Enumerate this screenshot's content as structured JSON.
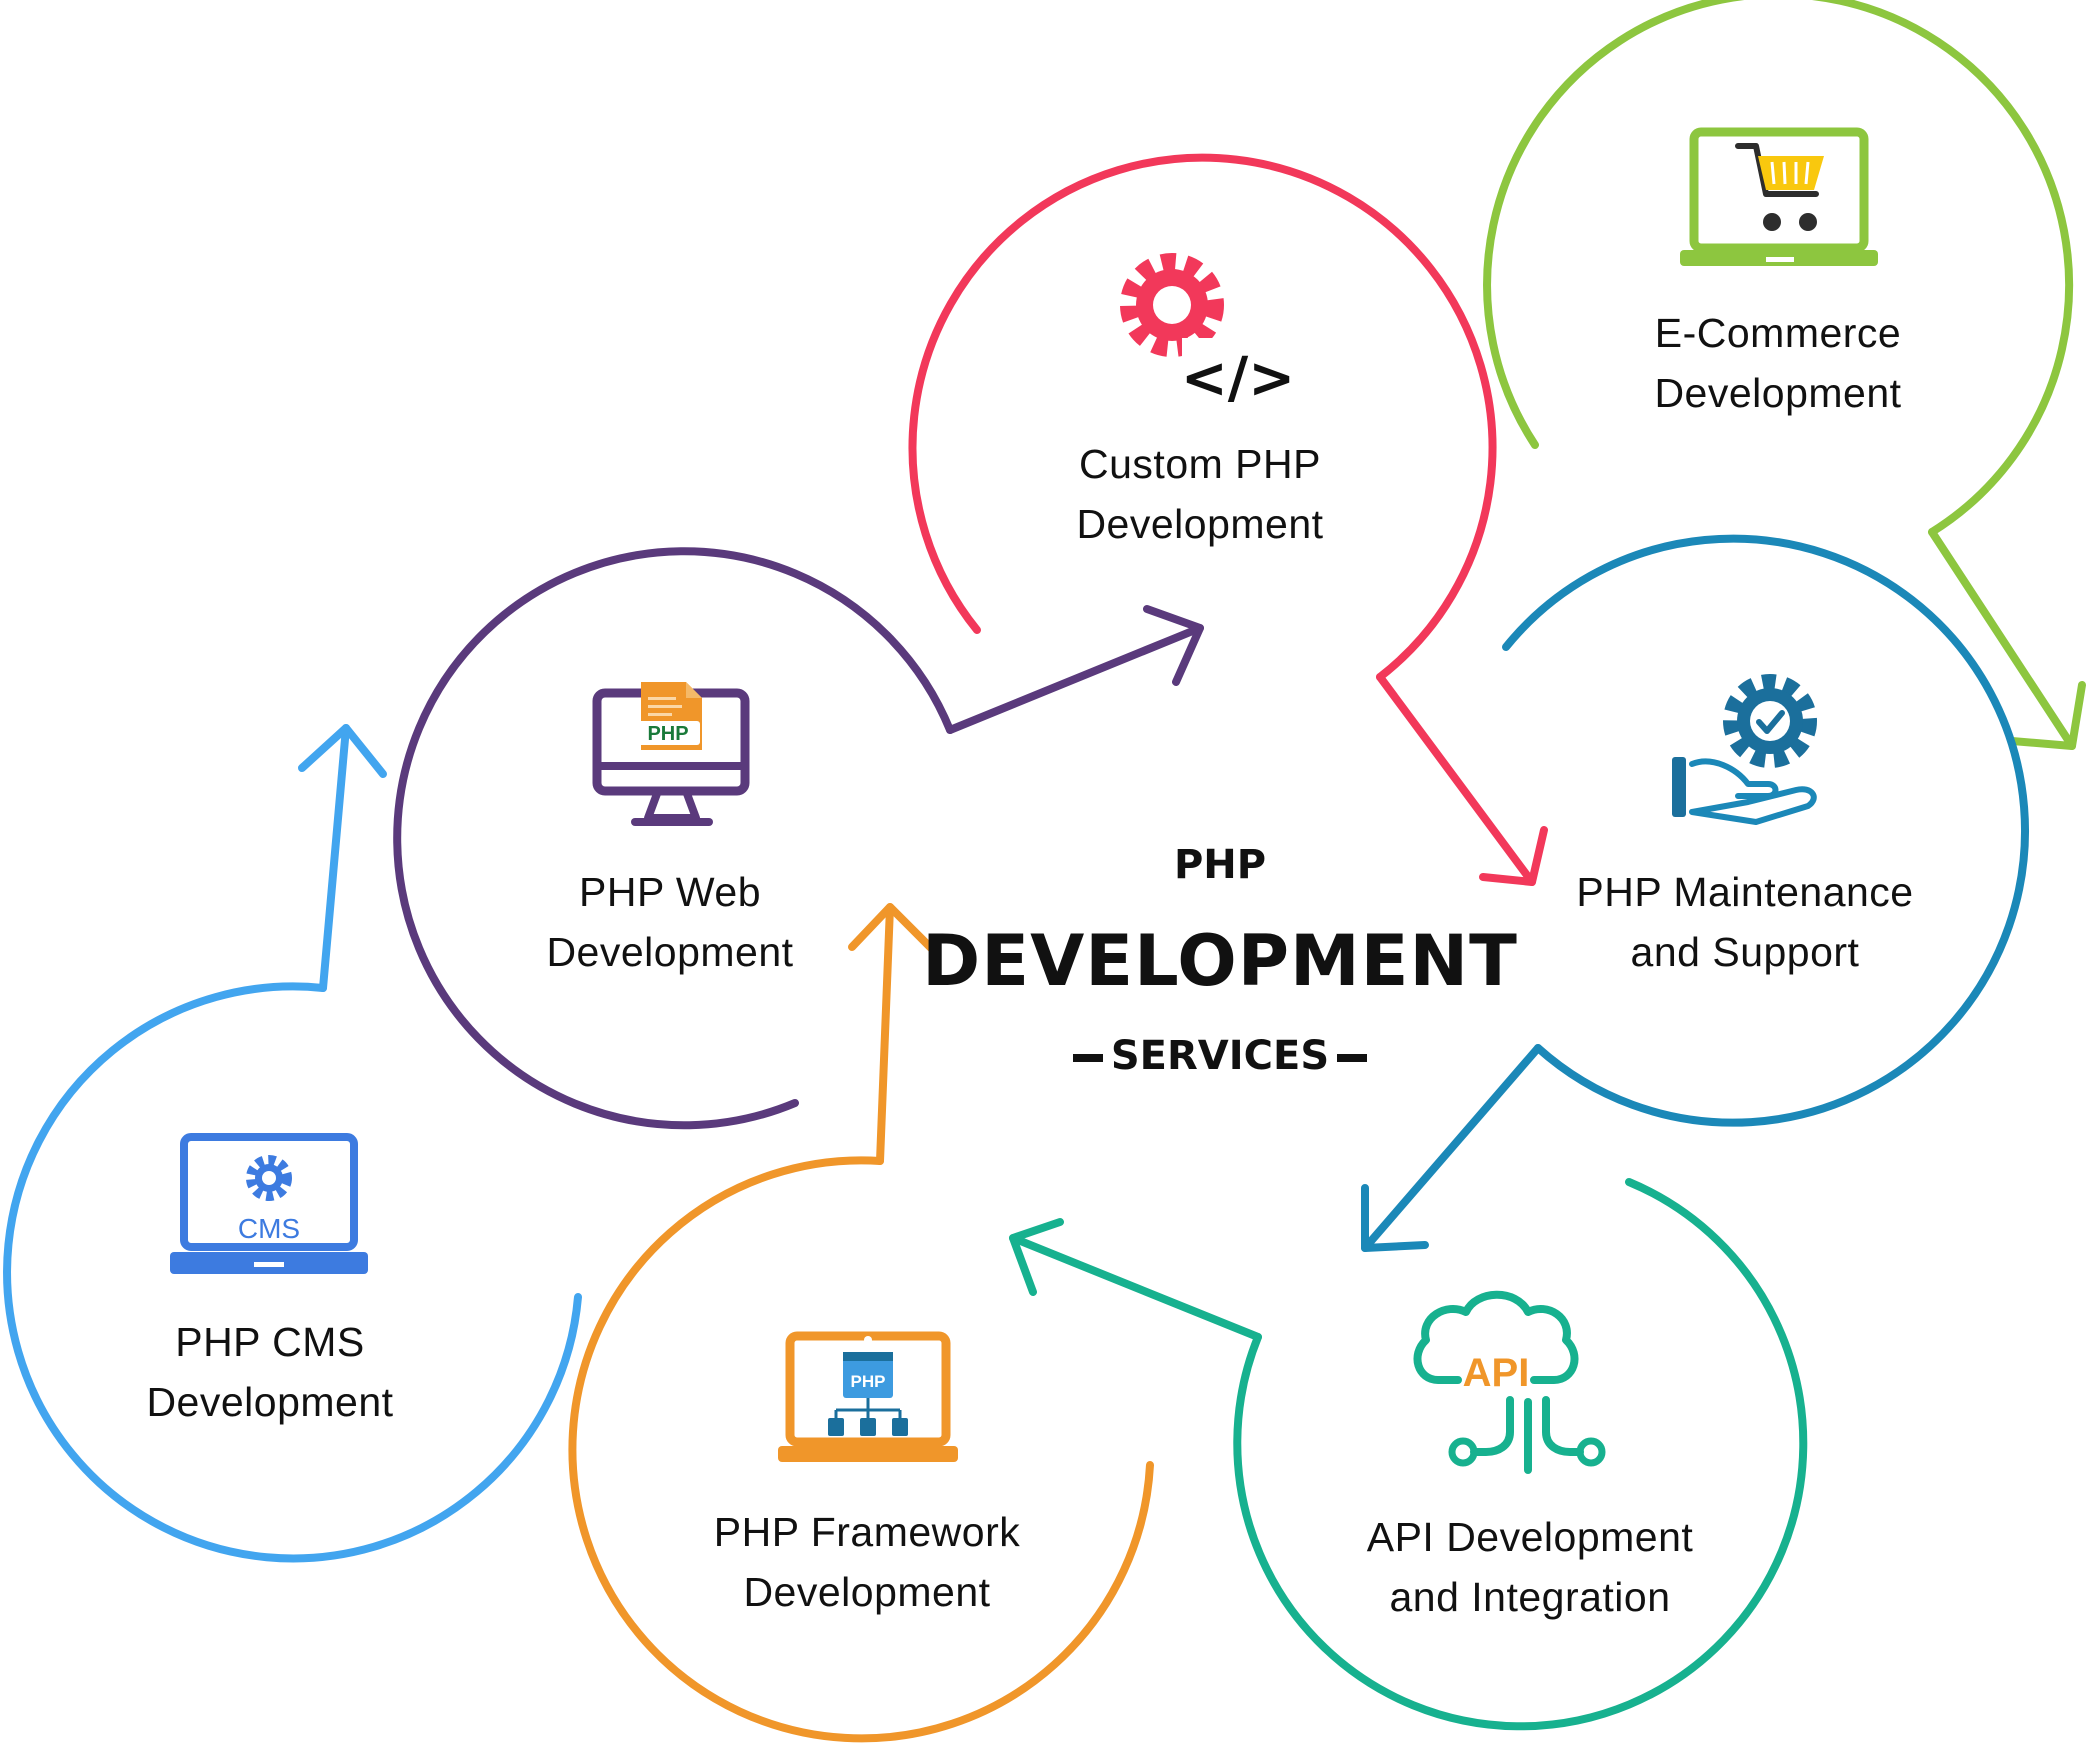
{
  "center": {
    "line1": "PHP",
    "line2": "DEVELOPMENT",
    "line3": "SERVICES"
  },
  "services": [
    {
      "line1": "PHP CMS",
      "line2": "Development",
      "color": "#42a5ef",
      "icon": "cms-laptop-icon"
    },
    {
      "line1": "PHP Web",
      "line2": "Development",
      "color": "#5a3a7c",
      "icon": "php-monitor-icon"
    },
    {
      "line1": "Custom PHP",
      "line2": "Development",
      "color": "#f2385a",
      "icon": "gear-code-icon"
    },
    {
      "line1": "E-Commerce",
      "line2": "Development",
      "color": "#8dc63f",
      "icon": "cart-laptop-icon"
    },
    {
      "line1": "PHP Maintenance",
      "line2": "and Support",
      "color": "#1b88b8",
      "icon": "gear-hand-icon"
    },
    {
      "line1": "API Development",
      "line2": "and Integration",
      "color": "#17b18f",
      "icon": "api-cloud-icon"
    },
    {
      "line1": "PHP Framework",
      "line2": "Development",
      "color": "#f0962a",
      "icon": "framework-laptop-icon"
    }
  ],
  "icon_text": {
    "cms": "CMS",
    "php_file": "PHP",
    "framework": "PHP",
    "api": "API",
    "code": "</>"
  },
  "colors": {
    "text": "#111111",
    "icon_blue": "#3d7be0",
    "icon_orange": "#f0962a",
    "icon_green": "#8dc63f",
    "icon_yellow": "#f9c80e",
    "icon_teal_dark": "#1b6f9c"
  }
}
